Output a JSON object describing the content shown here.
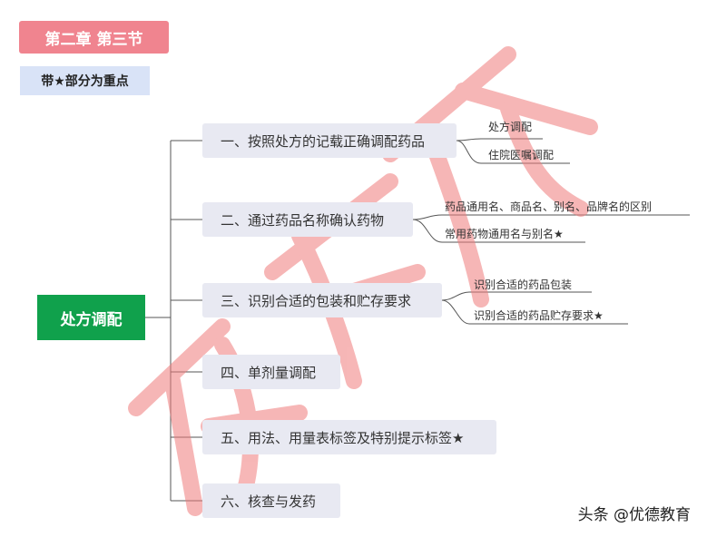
{
  "header": {
    "chapter_label": "第二章  第三节",
    "note_label": "带★部分为重点"
  },
  "mindmap": {
    "root": "处方调配",
    "branches": [
      {
        "label": "一、按照处方的记载正确调配药品",
        "children": [
          "处方调配",
          "住院医嘱调配"
        ]
      },
      {
        "label": "二、通过药品名称确认药物",
        "children": [
          "药品通用名、商品名、别名、品牌名的区别",
          "常用药物通用名与别名★"
        ]
      },
      {
        "label": "三、识别合适的包装和贮存要求",
        "children": [
          "识别合适的药品包装",
          "识别合适的药品贮存要求★"
        ]
      },
      {
        "label": "四、单剂量调配",
        "children": []
      },
      {
        "label": "五、用法、用量表标签及特别提示标签★",
        "children": []
      },
      {
        "label": "六、核查与发药",
        "children": []
      }
    ]
  },
  "footer": {
    "attribution": "头条 @优德教育"
  },
  "colors": {
    "chapter_tag": "#f0848f",
    "note_tag": "#d9e3f7",
    "root_node": "#10a14c",
    "branch_node": "#e8e9f2",
    "line": "#555555"
  }
}
